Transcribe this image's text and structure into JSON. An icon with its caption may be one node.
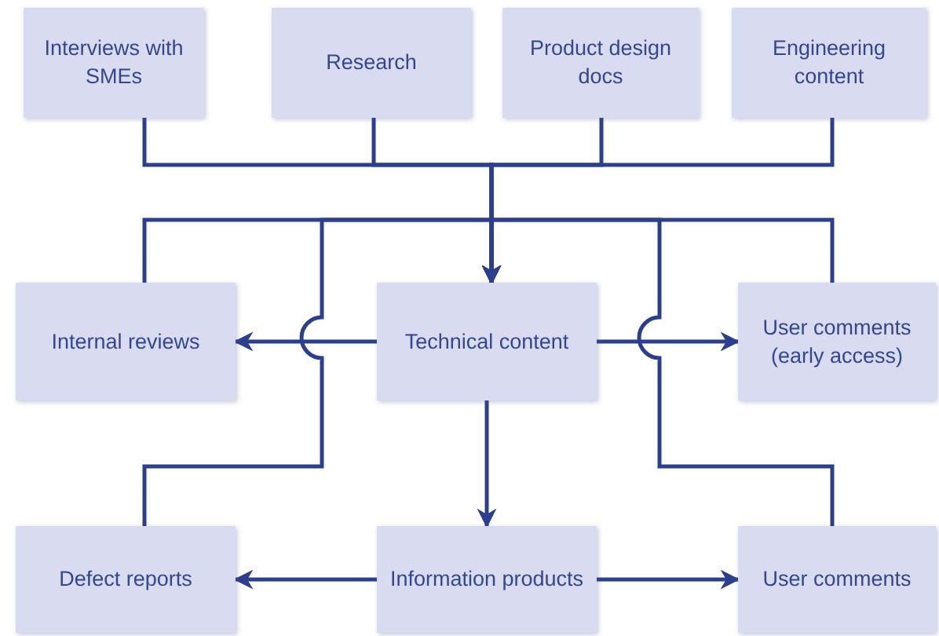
{
  "diagram": {
    "nodes": [
      {
        "text": [
          "Interviews with SMEs"
        ]
      },
      {
        "text": [
          "Research"
        ]
      },
      {
        "text": [
          "Product design docs"
        ]
      },
      {
        "text": [
          "Engineering content"
        ]
      },
      {
        "text": [
          "Internal reviews"
        ]
      },
      {
        "text": [
          "Technical content"
        ]
      },
      {
        "text": [
          "User comments (early access)"
        ]
      },
      {
        "text": [
          "Defect reports"
        ]
      },
      {
        "text": [
          "Information products"
        ]
      },
      {
        "text": [
          "User comments"
        ]
      }
    ],
    "edges": [
      {
        "from": 0,
        "to": 5,
        "arrow": "to"
      },
      {
        "from": 1,
        "to": 5,
        "arrow": "to"
      },
      {
        "from": 2,
        "to": 5,
        "arrow": "to"
      },
      {
        "from": 3,
        "to": 5,
        "arrow": "to"
      },
      {
        "from": 4,
        "to": 5,
        "arrow": "to"
      },
      {
        "from": 7,
        "to": 5,
        "arrow": "to"
      },
      {
        "from": 6,
        "to": 5,
        "arrow": "to"
      },
      {
        "from": 9,
        "to": 5,
        "arrow": "to"
      },
      {
        "from": 5,
        "to": 4,
        "arrow": "to"
      },
      {
        "from": 5,
        "to": 6,
        "arrow": "to"
      },
      {
        "from": 5,
        "to": 8,
        "arrow": "to"
      },
      {
        "from": 8,
        "to": 7,
        "arrow": "to"
      },
      {
        "from": 8,
        "to": 9,
        "arrow": "to"
      }
    ]
  }
}
